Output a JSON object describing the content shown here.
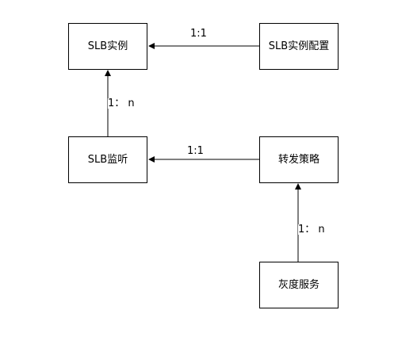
{
  "colors": {
    "stroke": "#000000",
    "background": "#ffffff"
  },
  "nodes": {
    "slb_instance": "SLB实例",
    "slb_instance_config": "SLB实例配置",
    "slb_listener": "SLB监听",
    "forwarding_policy": "转发策略",
    "gray_service": "灰度服务"
  },
  "edges": {
    "config_to_instance": "1:1",
    "listener_to_instance": "1： n",
    "policy_to_listener": "1:1",
    "gray_to_policy": "1： n"
  }
}
